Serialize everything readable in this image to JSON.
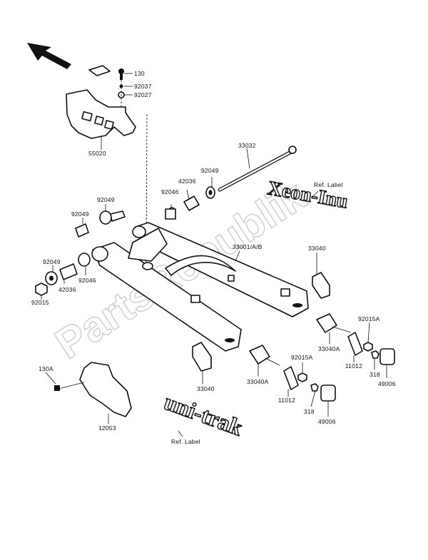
{
  "watermark": {
    "text": "PartsRepublik"
  },
  "decals": {
    "top": "Xeon-Inu",
    "bottom": "uni-trak"
  },
  "labels": {
    "p130": "130",
    "p92037": "92037",
    "p92027": "92027",
    "p55020": "55020",
    "p33032": "33032",
    "refLabelTop": "Ref. Label",
    "p92049_a": "92049",
    "p42036_a": "42036",
    "p92046_a": "92046",
    "p92049_b": "92049",
    "p92049_c": "92049",
    "p33001": "33001/A/B",
    "p33040_a": "33040",
    "p92049_d": "92049",
    "p42036_b": "42036",
    "p92046_b": "92046",
    "p92015": "92015",
    "p92015A_a": "92015A",
    "p33040A_a": "33040A",
    "p11012_a": "11012",
    "p318_a": "318",
    "p49006_a": "49006",
    "p130A": "130A",
    "p33040_b": "33040",
    "p33040A_b": "33040A",
    "p92015A_b": "92015A",
    "p11012_b": "11012",
    "p318_b": "318",
    "p49006_b": "49006",
    "p12053": "12053",
    "refLabelBottom": "Ref. Label"
  }
}
